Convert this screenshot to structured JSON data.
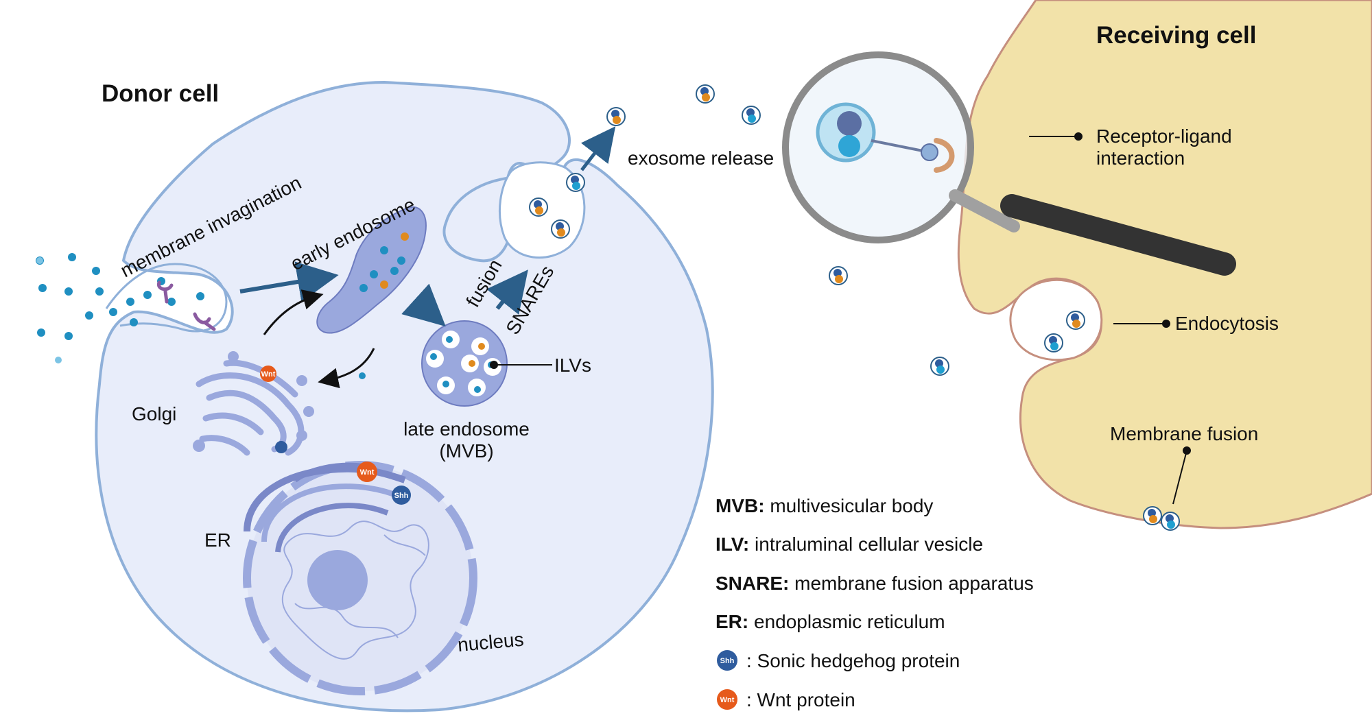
{
  "titles": {
    "donor": "Donor cell",
    "receiving": "Receiving cell"
  },
  "labels": {
    "membrane_invagination": "membrane invagination",
    "early_endosome": "early endosome",
    "fusion": "fusion",
    "snares": "SNAREs",
    "exosome_release": "exosome release",
    "ilvs": "ILVs",
    "late_endosome_line1": "late endosome",
    "late_endosome_line2": "(MVB)",
    "golgi": "Golgi",
    "er": "ER",
    "nucleus": "nucleus",
    "receptor_ligand_line1": "Receptor-ligand",
    "receptor_ligand_line2": "interaction",
    "endocytosis": "Endocytosis",
    "membrane_fusion": "Membrane fusion",
    "wnt_badge": "Wnt",
    "shh_badge": "Shh"
  },
  "legend": [
    {
      "key": "MVB:",
      "text": " multivesicular body"
    },
    {
      "key": "ILV:",
      "text": " intraluminal cellular vesicle"
    },
    {
      "key": "SNARE:",
      "text": " membrane fusion apparatus"
    },
    {
      "key": "ER:",
      "text": " endoplasmic reticulum"
    },
    {
      "key": "Shh",
      "text": ": Sonic hedgehog protein",
      "icon": "shh"
    },
    {
      "key": "Wnt",
      "text": ": Wnt protein",
      "icon": "wnt"
    }
  ],
  "colors": {
    "cell_fill": "#e8edfa",
    "cell_stroke": "#8fb0d9",
    "organelle_fill": "#9aa8dd",
    "organelle_dark": "#7a88c8",
    "receiving_fill": "#f2e2a9",
    "receiving_stroke": "#c58f7e",
    "arrow_blue": "#2c5f8a",
    "dot_blue": "#1f8fc1",
    "dot_orange": "#e08a1e",
    "wnt": "#e65a1b",
    "shh": "#2f5c9e"
  }
}
